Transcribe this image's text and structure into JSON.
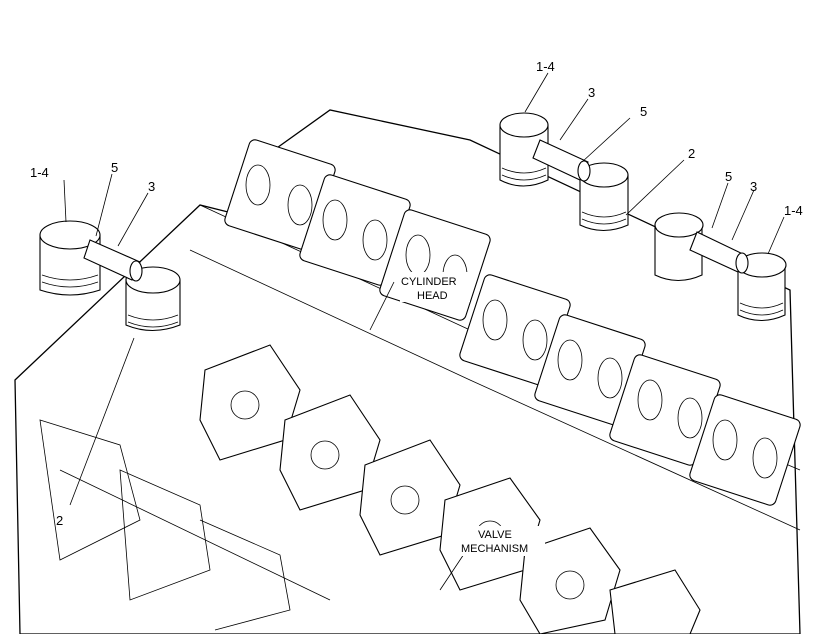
{
  "callouts": {
    "left_1_4": "1-4",
    "left_5": "5",
    "left_3": "3",
    "left_2": "2",
    "mid_1_4": "1-4",
    "mid_3": "3",
    "mid_5": "5",
    "mid_2": "2",
    "right_5": "5",
    "right_3": "3",
    "right_1_4": "1-4"
  },
  "captions": {
    "cylinder_head_1": "CYLINDER",
    "cylinder_head_2": "HEAD",
    "valve_mechanism_1": "VALVE",
    "valve_mechanism_2": "MECHANISM"
  }
}
